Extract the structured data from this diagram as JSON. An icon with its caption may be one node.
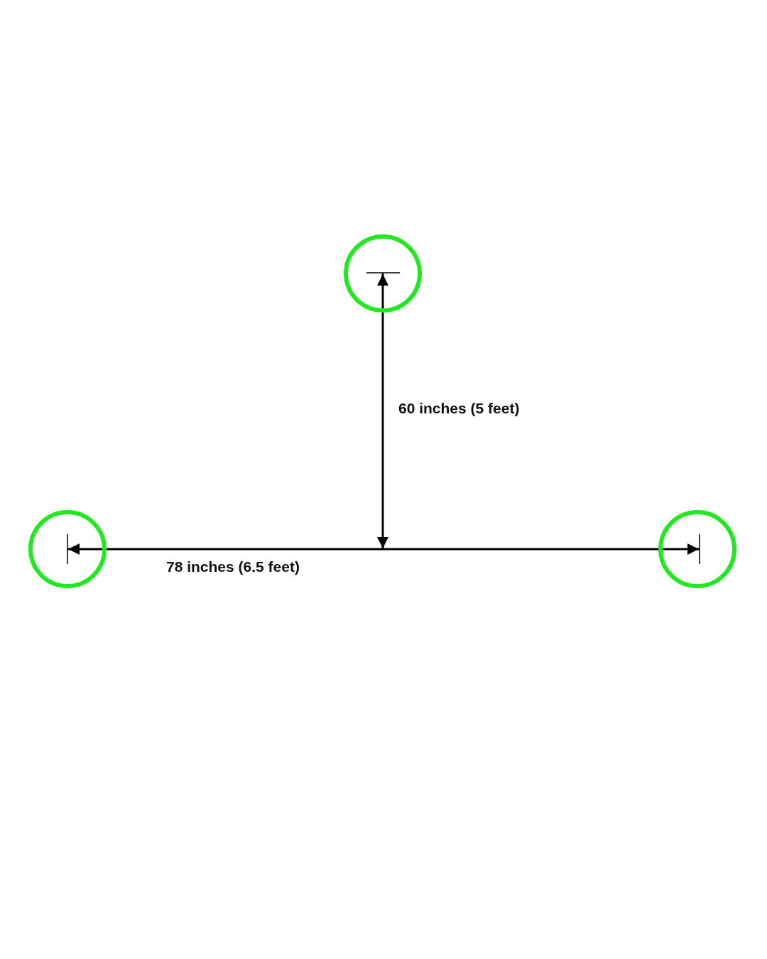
{
  "diagram": {
    "nodes": [
      {
        "text": [],
        "shape": "circle"
      },
      {
        "text": [],
        "shape": "circle"
      },
      {
        "text": [],
        "shape": "circle"
      }
    ],
    "labels": [
      "60 inches (5 feet)",
      "78 inches (6.5 feet)"
    ]
  }
}
